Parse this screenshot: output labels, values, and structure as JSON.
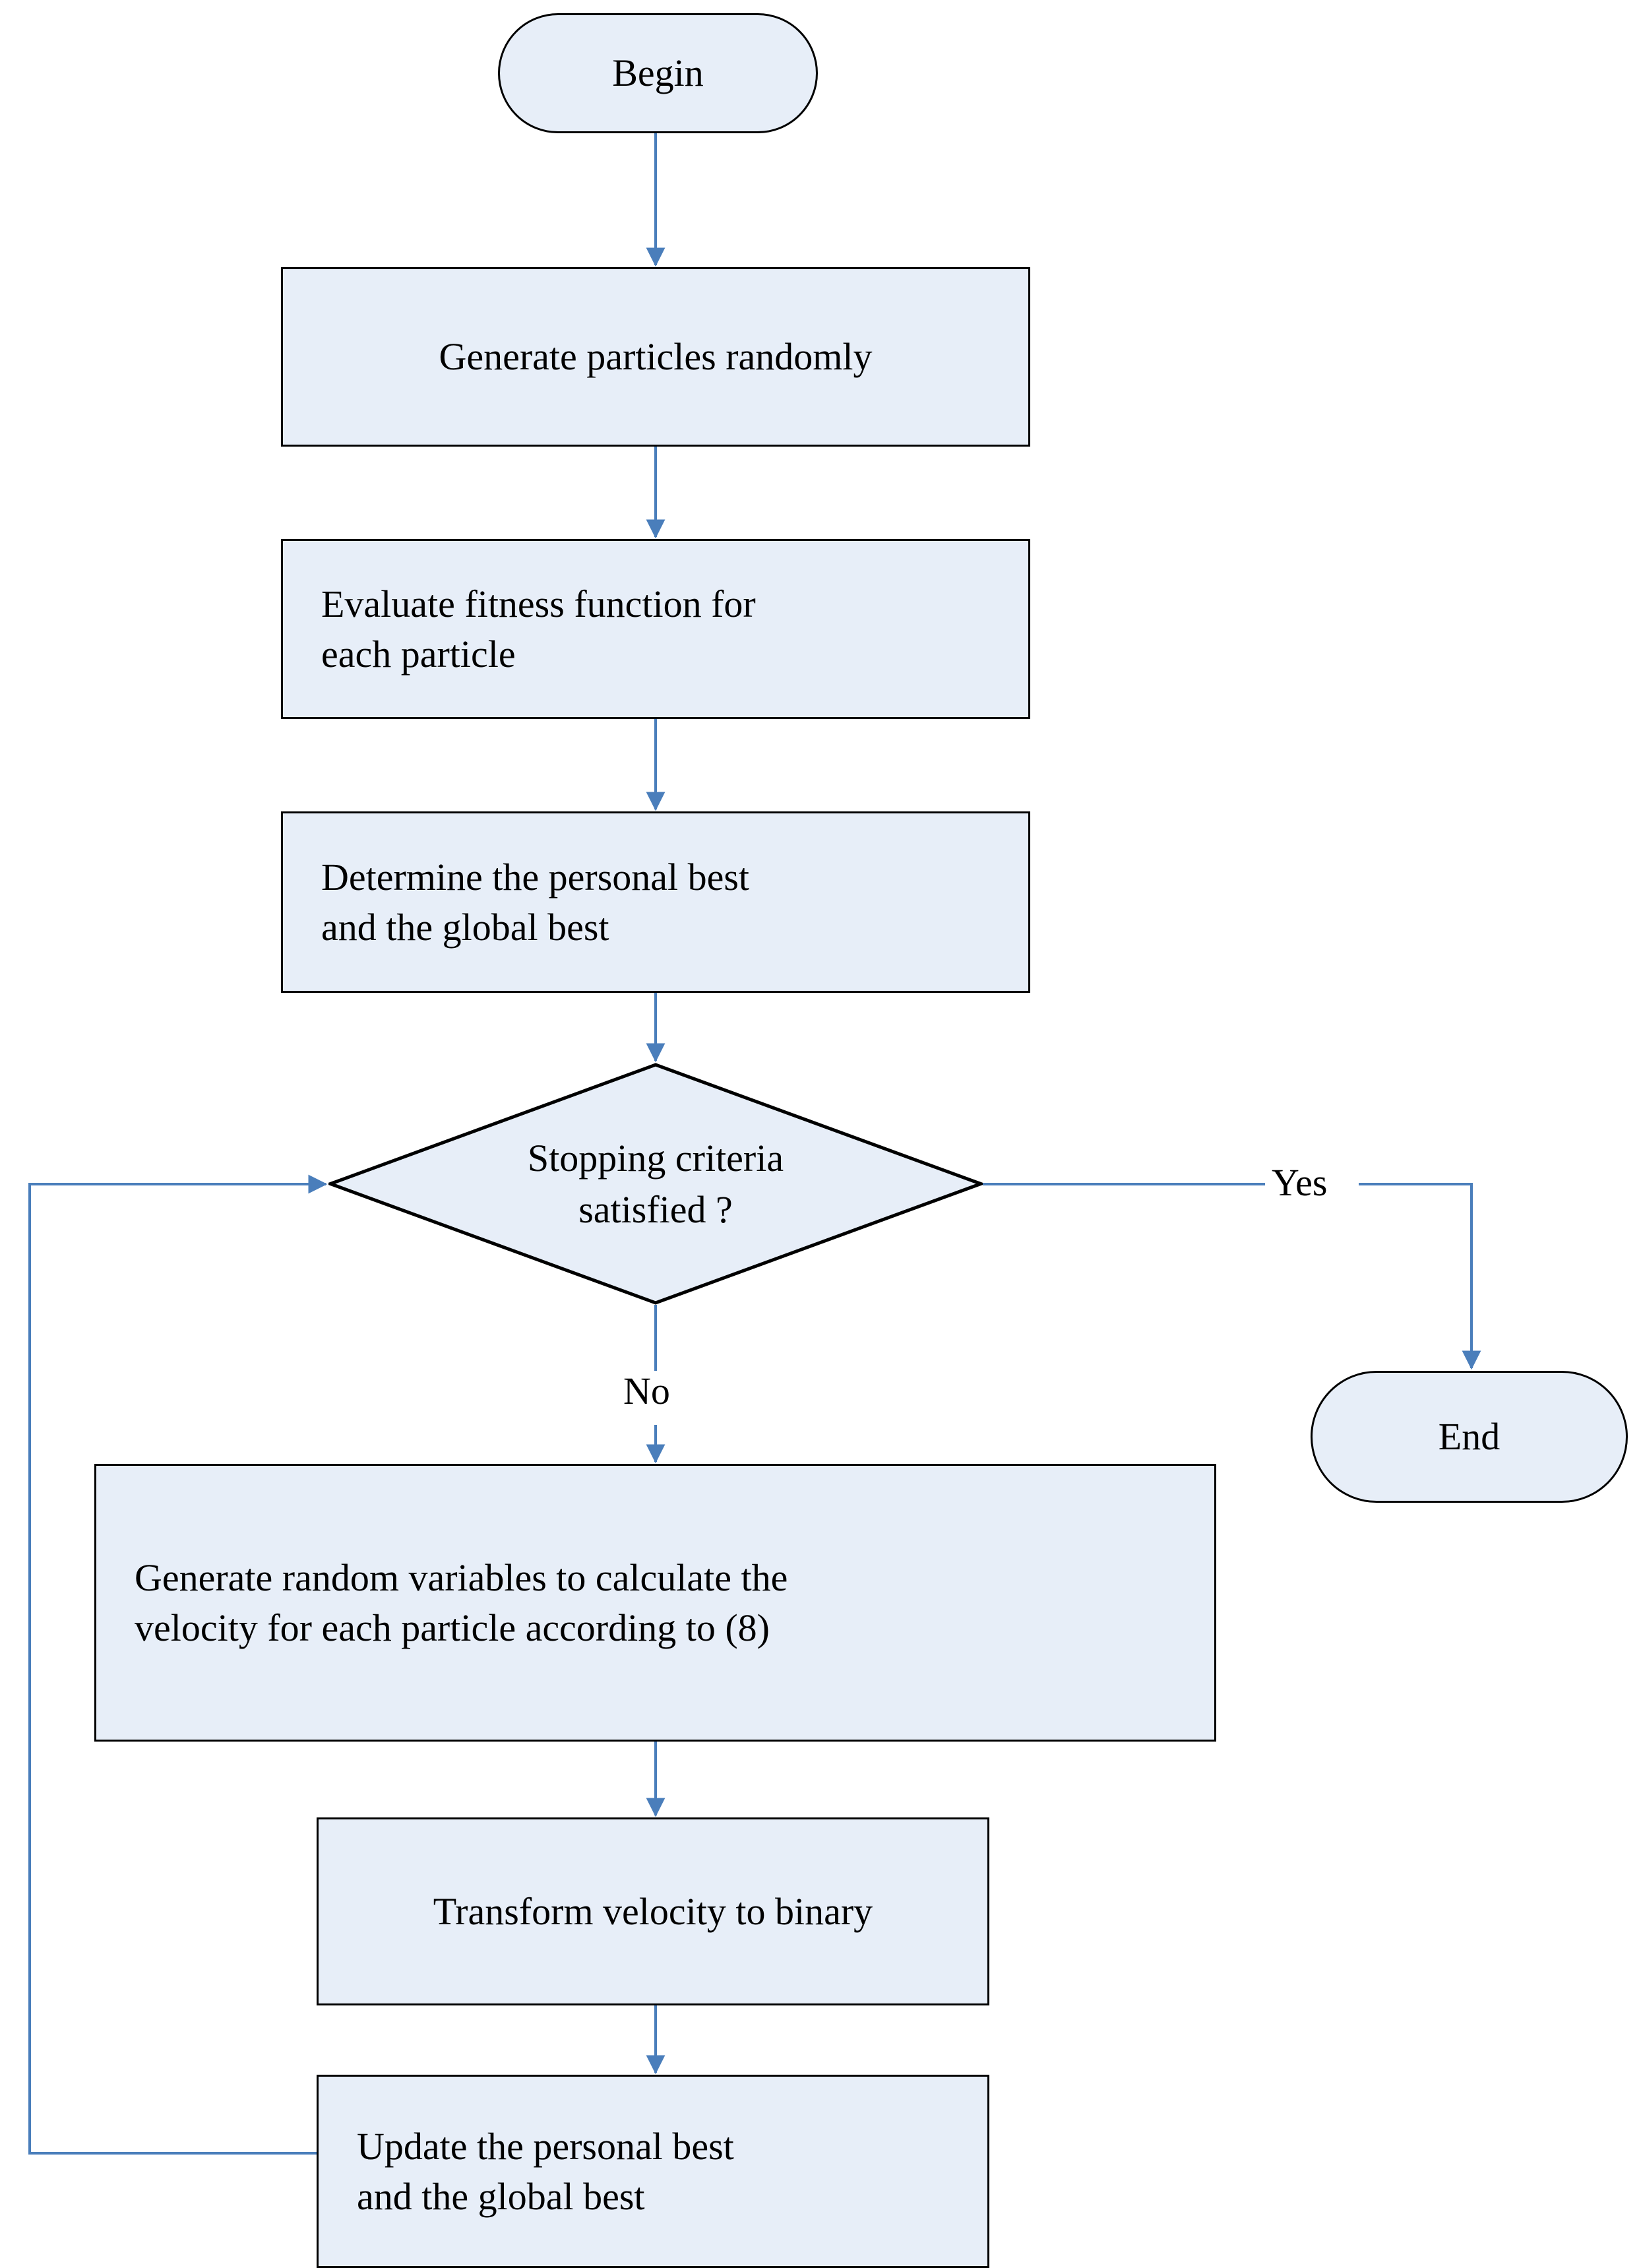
{
  "diagram": {
    "title": "Binary PSO algorithm flowchart",
    "type": "flowchart",
    "colors": {
      "node_fill": "#e7eef8",
      "node_border": "#000000",
      "connector": "#4a7ebb",
      "text": "#000000",
      "background": "#ffffff"
    },
    "nodes": [
      {
        "id": "begin",
        "shape": "terminal",
        "label": "Begin"
      },
      {
        "id": "generate",
        "shape": "process",
        "label": "Generate particles randomly"
      },
      {
        "id": "evaluate",
        "shape": "process",
        "label": "Evaluate fitness function for\neach particle"
      },
      {
        "id": "determine",
        "shape": "process",
        "label": "Determine the personal best\nand the global best"
      },
      {
        "id": "stopping",
        "shape": "decision",
        "label": "Stopping criteria\nsatisfied ?"
      },
      {
        "id": "end",
        "shape": "terminal",
        "label": "End"
      },
      {
        "id": "randvars",
        "shape": "process",
        "label": "Generate random variables to calculate the\nvelocity for each particle according to (8)"
      },
      {
        "id": "transform",
        "shape": "process",
        "label": "Transform velocity to binary"
      },
      {
        "id": "update",
        "shape": "process",
        "label": "Update the personal best\nand the global best"
      }
    ],
    "edge_labels": {
      "yes": "Yes",
      "no": "No"
    }
  }
}
